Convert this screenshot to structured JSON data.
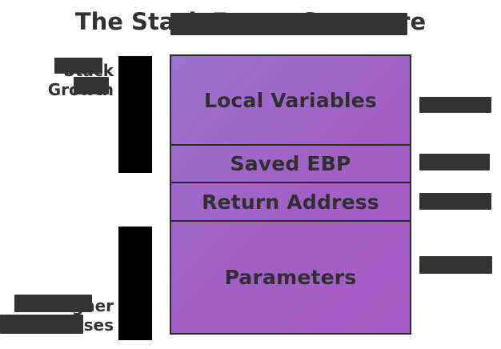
{
  "diagram": {
    "title": "The Stack Frame Structure",
    "title_redacted": true,
    "frame": {
      "cells": [
        {
          "label": "Local Variables",
          "name": "local-variables"
        },
        {
          "label": "Saved EBP",
          "name": "saved-ebp"
        },
        {
          "label": "Return Address",
          "name": "return-address"
        },
        {
          "label": "Parameters",
          "name": "parameters"
        }
      ]
    },
    "left_labels": [
      {
        "line1": "Stack",
        "line2": "Growth",
        "name": "stack-growth"
      },
      {
        "line1": "Higher",
        "line2": "Addresses",
        "name": "higher-addresses"
      }
    ],
    "left_arrows": [
      {
        "name": "stack-growth-arrow",
        "redacted": true
      },
      {
        "name": "higher-addresses-arrow",
        "redacted": true
      }
    ],
    "right_annotations": [
      {
        "name": "annotation-local-variables",
        "redacted": true
      },
      {
        "name": "annotation-saved-ebp",
        "redacted": true
      },
      {
        "name": "annotation-return-address",
        "redacted": true
      },
      {
        "name": "annotation-parameters",
        "redacted": true
      }
    ],
    "colors": {
      "gradient_start": "#9b73cd",
      "gradient_end": "#a95bc9",
      "border": "#2b2b2b",
      "text": "#2f2f2f",
      "title": "#333333",
      "redaction_dark": "#333333",
      "redaction_black": "#000000",
      "background": "#ffffff"
    }
  }
}
